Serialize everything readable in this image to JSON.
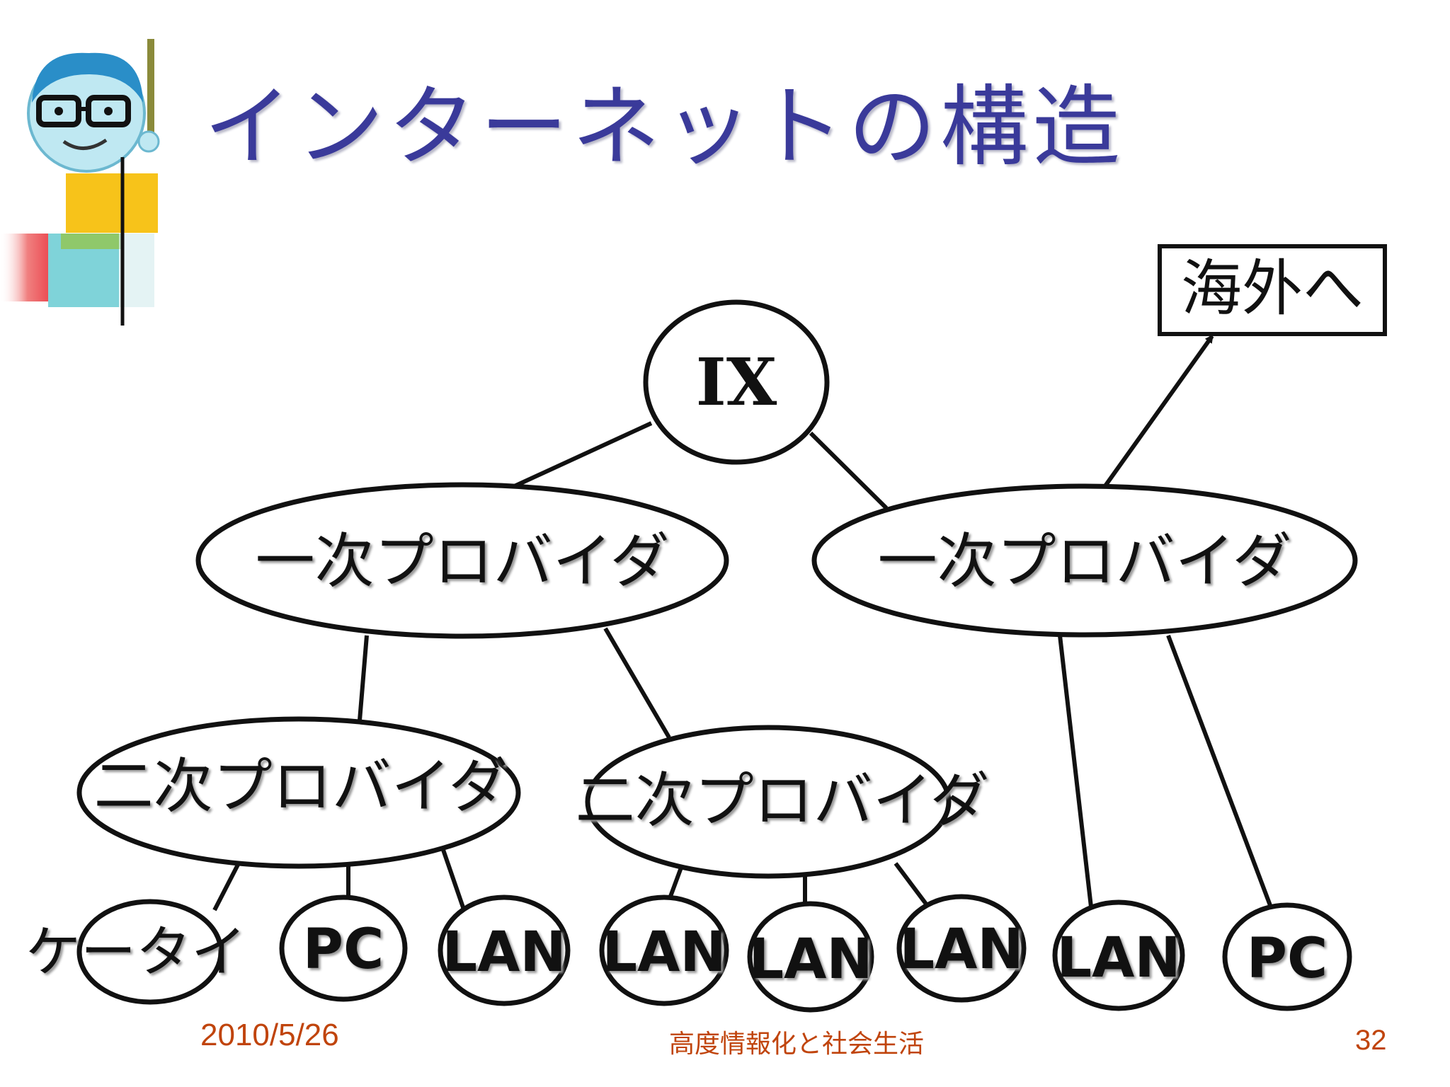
{
  "title": "インターネットの構造",
  "nodes": {
    "ix": "IX",
    "overseas": "海外へ",
    "primary_provider_left": "一次プロバイダ",
    "primary_provider_right": "一次プロバイダ",
    "secondary_provider_left": "二次プロバイダ",
    "secondary_provider_right": "二次プロバイダ",
    "leaves": [
      "ケータイ",
      "PC",
      "LAN",
      "LAN",
      "LAN",
      "LAN",
      "LAN",
      "PC"
    ]
  },
  "footer": {
    "date": "2010/5/26",
    "center": "高度情報化と社会生活",
    "page": "32"
  },
  "colors": {
    "title": "#3a3a9a",
    "footer": "#c0440c",
    "deco_yellow": "#f7c31a",
    "deco_red": "#e8303a",
    "deco_cyan": "#7fd3d9",
    "deco_green": "#8fc86a"
  },
  "icons": [
    "teacher-mascot-icon"
  ]
}
